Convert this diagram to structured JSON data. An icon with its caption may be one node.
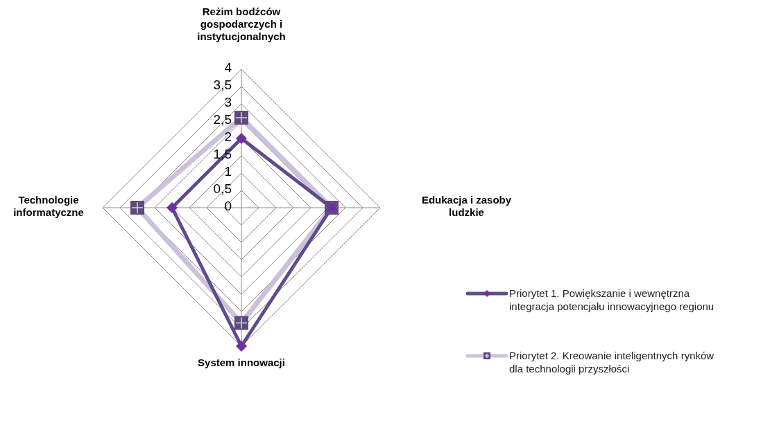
{
  "diagram": {
    "chart_data": {
      "type": "radar",
      "categories": [
        "Reżim bodźców gospodarczych i instytucjonalnych",
        "Edukacja i zasoby ludzkie",
        "System innowacji",
        "Technologie informatyczne"
      ],
      "series": [
        {
          "name": "Priorytet 1. Powiększanie i wewnętrzna integracja potencjału innowacyjnego regionu",
          "color": "#5f4b8b",
          "values": [
            2,
            2.6,
            4,
            2
          ]
        },
        {
          "name": "Priorytet 2. Kreowanie inteligentnych rynków dla technologii przyszłości",
          "color": "#ccc1da",
          "values": [
            2.6,
            2.6,
            3.33,
            3
          ]
        }
      ],
      "legend": true,
      "ylim": [
        0,
        4
      ],
      "yticks": [
        0,
        {
          "value": 0.5,
          "label": "0,5"
        },
        1,
        {
          "value": 1.5,
          "label": "1,5"
        },
        2,
        {
          "value": 2.5,
          "label": "2,5"
        },
        3,
        {
          "value": 3.5,
          "label": "3,5"
        },
        4
      ]
    }
  }
}
